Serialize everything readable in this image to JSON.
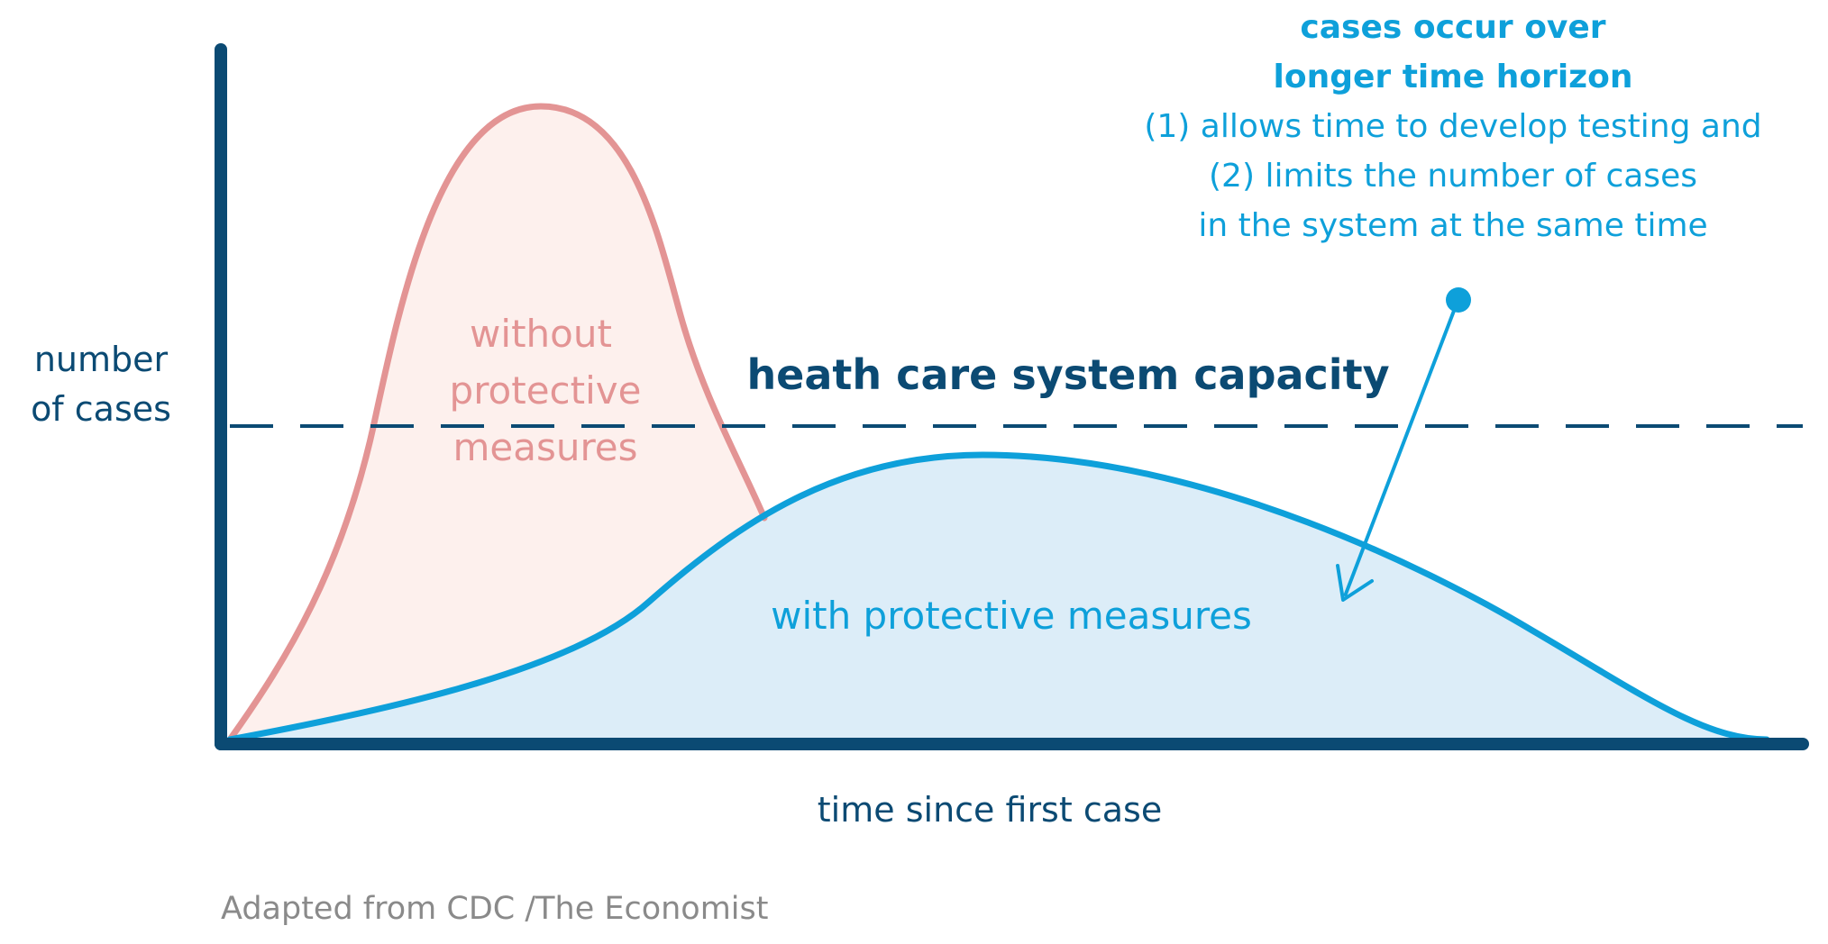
{
  "diagram": {
    "y_axis_label_lines": [
      "number",
      "of cases"
    ],
    "x_axis_label": "time since first case",
    "capacity_label": "heath care system capacity",
    "without_label_lines": [
      "without",
      "protective",
      "measures"
    ],
    "with_label": "with protective measures",
    "annotation_bold_lines": [
      "cases occur over",
      "longer time horizon"
    ],
    "annotation_lines": [
      "(1) allows time to develop testing and",
      "(2) limits the number of cases",
      "in the system at the same time"
    ],
    "source": "Adapted from CDC /The Economist"
  },
  "colors": {
    "axis": "#0b4a73",
    "capacity_line": "#0b4a73",
    "without_stroke": "#e39494",
    "without_fill": "#fdf0ed",
    "without_text": "#e39494",
    "with_stroke": "#0ea0da",
    "with_fill": "#dcedf8",
    "with_text": "#0ea0da",
    "annotation": "#0ea0da",
    "source_text": "#8a8a8a"
  },
  "icons": {
    "annotation_pointer": "dot-arrow-icon"
  }
}
